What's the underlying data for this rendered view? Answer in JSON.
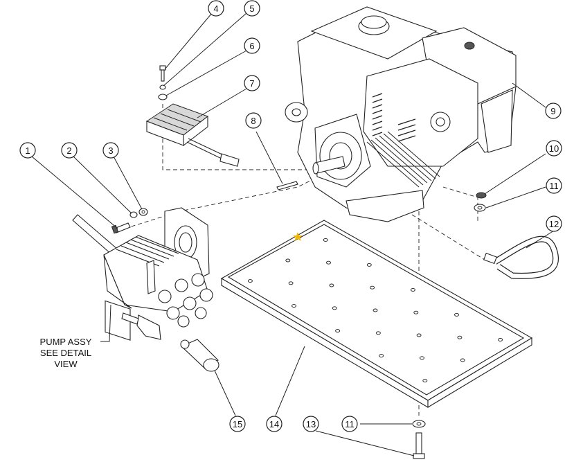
{
  "callouts": [
    "1",
    "2",
    "3",
    "4",
    "5",
    "6",
    "7",
    "8",
    "9",
    "10",
    "11",
    "11",
    "12",
    "13",
    "14",
    "15"
  ],
  "pump_note": [
    "PUMP ASSY",
    "SEE DETAIL",
    "VIEW"
  ],
  "colors": {
    "line": "#222222",
    "shade": "#d8d8d8",
    "highlight": "#f2b705"
  }
}
